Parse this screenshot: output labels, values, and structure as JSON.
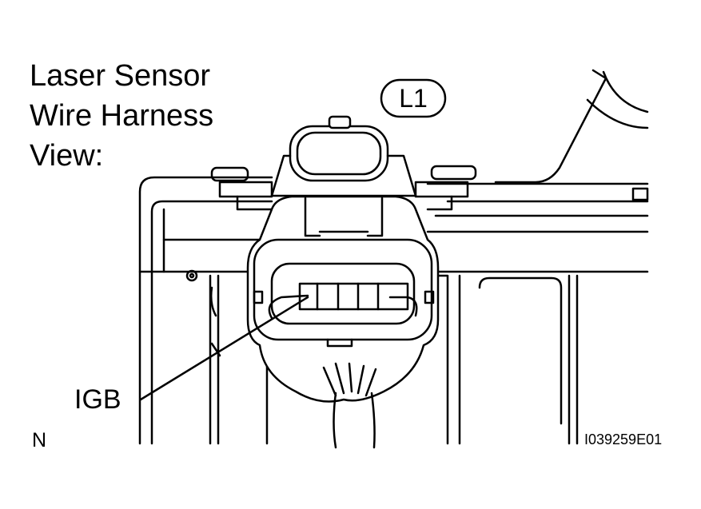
{
  "title_lines": [
    "Laser Sensor",
    "Wire Harness",
    "View:"
  ],
  "connector_code": "L1",
  "terminal_label": "IGB",
  "orientation_mark": "N",
  "figure_id": "I039259E01"
}
